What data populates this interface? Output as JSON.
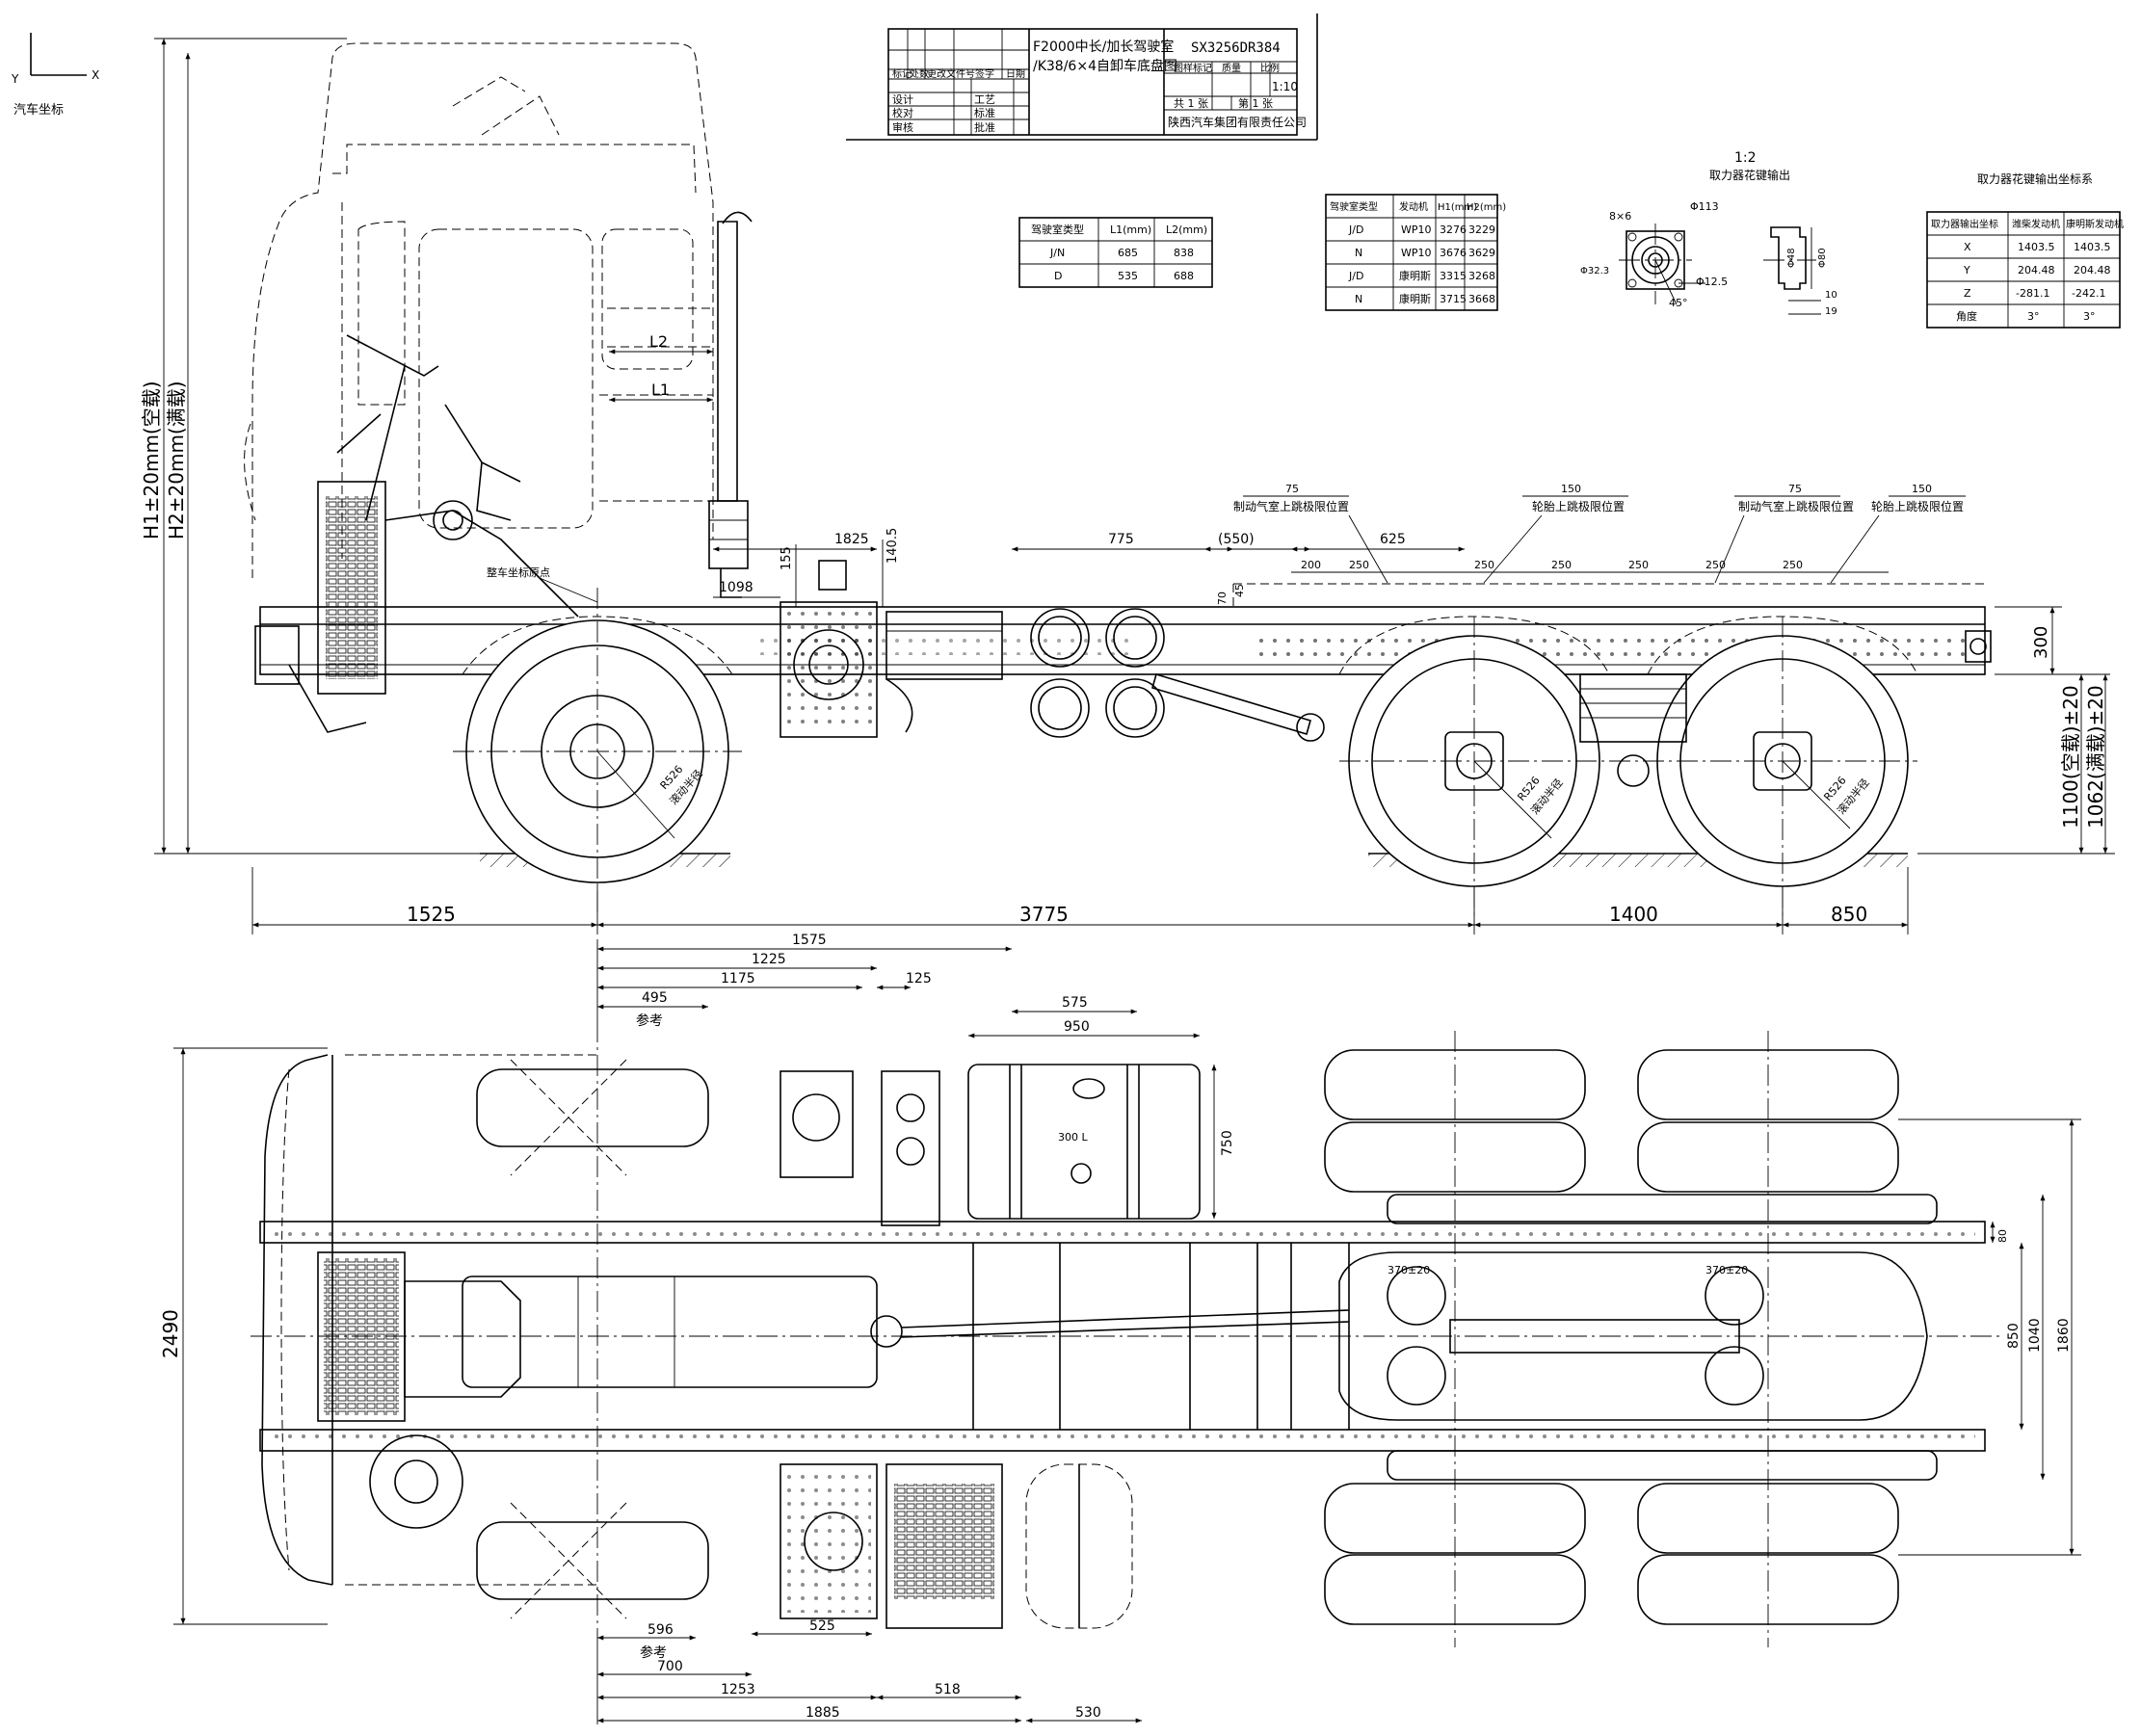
{
  "axes_marker": {
    "y": "Y",
    "x": "X",
    "caption": "汽车坐标"
  },
  "title_block": {
    "title_line1": "F2000中长/加长驾驶室",
    "title_line2": "/K38/6×4自卸车底盘图",
    "drawing_number": "SX3256DR384",
    "labels": [
      "图样标记",
      "质量",
      "比例"
    ],
    "scale": "1:10",
    "sheets_total": "共 1 张",
    "sheet_no": "第 1 张",
    "company": "陕西汽车集团有限责任公司",
    "rev_header": [
      "标记",
      "处数",
      "更改文件号",
      "签字",
      "日期"
    ],
    "sign_rows": [
      [
        "设计",
        "",
        "工艺",
        ""
      ],
      [
        "校对",
        "",
        "标准",
        ""
      ],
      [
        "审核",
        "",
        "批准",
        ""
      ]
    ]
  },
  "cab_table": {
    "headers": [
      "驾驶室类型",
      "L1(mm)",
      "L2(mm)"
    ],
    "rows": [
      [
        "J/N",
        "685",
        "838"
      ],
      [
        "D",
        "535",
        "688"
      ]
    ]
  },
  "engine_table": {
    "headers": [
      "驾驶室类型",
      "发动机",
      "H1(mm)",
      "H2(mm)"
    ],
    "rows": [
      [
        "J/D",
        "WP10",
        "3276",
        "3229"
      ],
      [
        "N",
        "WP10",
        "3676",
        "3629"
      ],
      [
        "J/D",
        "康明斯",
        "3315",
        "3268"
      ],
      [
        "N",
        "康明斯",
        "3715",
        "3668"
      ]
    ]
  },
  "pto_detail": {
    "scale": "1:2",
    "caption": "取力器花键输出",
    "labels": [
      "8×6",
      "Φ113",
      "Φ12.5",
      "45°",
      "Φ32.3",
      "Φ48",
      "Φ80",
      "10",
      "19"
    ]
  },
  "pto_table": {
    "title": "取力器花键输出坐标系",
    "headers": [
      "取力器输出坐标",
      "潍柴发动机",
      "康明斯发动机"
    ],
    "rows": [
      [
        "X",
        "1403.5",
        "1403.5"
      ],
      [
        "Y",
        "204.48",
        "204.48"
      ],
      [
        "Z",
        "-281.1",
        "-242.1"
      ],
      [
        "角度",
        "3°",
        "3°"
      ]
    ]
  },
  "side_view": {
    "L1": "L1",
    "L2": "L2",
    "h_label1": "H1±20mm(空载)",
    "h_label2": "H2±20mm(满载)",
    "v_label1": "1100(空载)±20",
    "v_label2": "1062(满载)±20",
    "frame_origin": "整车坐标原点",
    "brake_label": "制动气室上跳极限位置",
    "tire_label": "轮胎上跳极限位置",
    "rolling_radius": "滚动半径",
    "radius_value": "R526",
    "dims": {
      "d1825": "1825",
      "d1405": "140.5",
      "d155": "155",
      "d1098": "1098",
      "d775": "775",
      "d550": "(550)",
      "d625": "625",
      "d75a": "75",
      "d150a": "150",
      "d75b": "75",
      "d150b": "150",
      "d200": "200",
      "d250": "250",
      "d45": "45",
      "d70": "70",
      "d300": "300",
      "d1525": "1525",
      "d3775": "3775",
      "d1400": "1400",
      "d850": "850"
    }
  },
  "top_view": {
    "ref": "参考",
    "tank_label": "300 L",
    "dims": {
      "d1575": "1575",
      "d1225": "1225",
      "d1175": "1175",
      "d125": "125",
      "d495": "495",
      "d575": "575",
      "d950": "950",
      "d750": "750",
      "d2490": "2490",
      "d370": "370±20",
      "d80": "80",
      "d850": "850",
      "d1040": "1040",
      "d1860": "1860",
      "d596": "596",
      "d700": "700",
      "d525": "525",
      "d1253": "1253",
      "d518": "518",
      "d1885": "1885",
      "d530": "530"
    }
  }
}
